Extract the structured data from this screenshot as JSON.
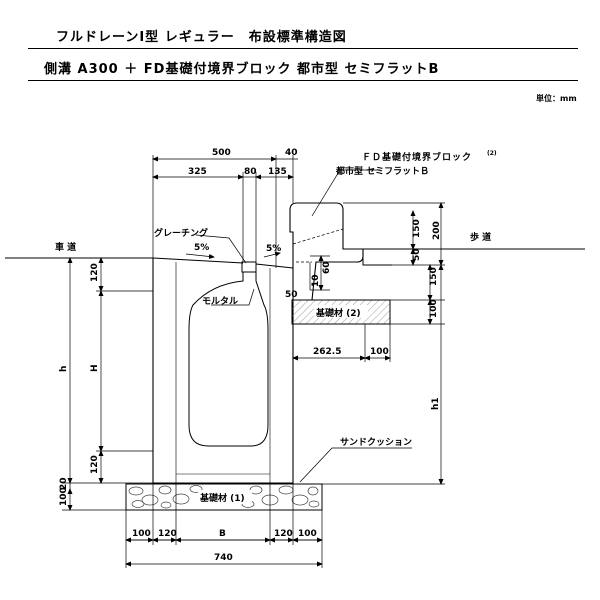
{
  "header": {
    "title": "フルドレーンⅠ型 レギュラー　布設標準構造図",
    "subtitle": "側溝 A300 ＋ FD基礎付境界ブロック 都市型 セミフラットB",
    "unit": "単位：mm"
  },
  "labels": {
    "roadway": "車 道",
    "sidewalk": "歩 道",
    "grating": "グレーチング",
    "slope_left": "5%",
    "slope_right": "5%",
    "mortar": "モルタル",
    "block_name_line1": "ＦＤ基礎付境界ブロック",
    "block_name_note": "(2)",
    "block_name_line2": "都市型 セミフラットＢ",
    "base2": "基礎材 (2)",
    "base1": "基礎材 (1)",
    "sand_cushion": "サンドクッション"
  },
  "dimensions": {
    "top_500": "500",
    "top_40": "40",
    "top_325": "325",
    "top_80": "80",
    "top_135": "135",
    "r_150a": "150",
    "r_200": "200",
    "r_50": "50",
    "r_150b": "150",
    "r_100": "100",
    "c_10": "10",
    "c_60": "60",
    "c_50": "50",
    "b2_262_5": "262.5",
    "b2_100": "100",
    "l_120a": "120",
    "l_h": "h",
    "l_H": "H",
    "l_120b": "120",
    "l_20": "20",
    "l_100": "100",
    "h1": "h1",
    "b_100a": "100",
    "b_120a": "120",
    "b_B": "B",
    "b_120b": "120",
    "b_100b": "100",
    "b_740": "740"
  }
}
